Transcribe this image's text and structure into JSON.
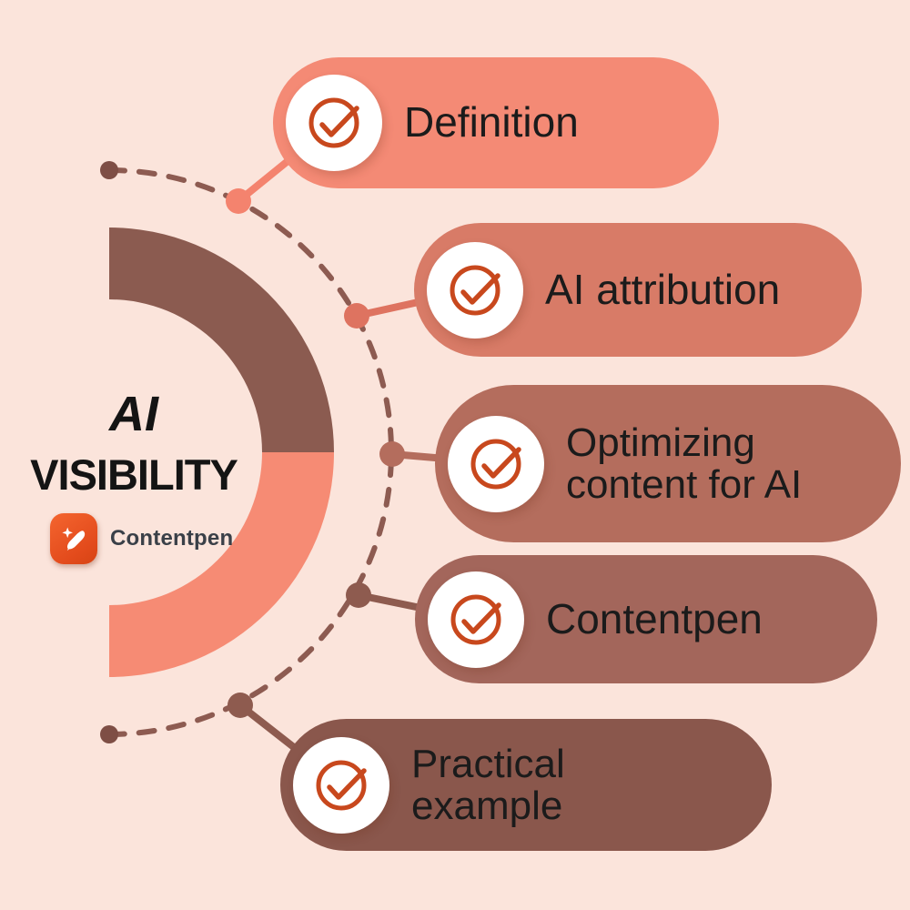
{
  "theme": {
    "background": "#FBE4DB",
    "check_ring_color": "#C8481D",
    "text_color": "#1B1B1B",
    "dashed_arc_color": "#8D5B51",
    "arc_endpoint_color": "#7E4E45",
    "arc_top_color": "#8B5B50",
    "arc_bottom_color": "#F68B74"
  },
  "center": {
    "title_line1": "AI",
    "title_line2": "VISIBILITY",
    "brand_name": "Contentpen"
  },
  "items": [
    {
      "label": "Definition",
      "lines": [
        "Definition"
      ],
      "color": "#F48A75",
      "node_color": "#F4836E"
    },
    {
      "label": "AI attribution",
      "lines": [
        "AI attribution"
      ],
      "color": "#D87B67",
      "node_color": "#DE7360"
    },
    {
      "label": "Optimizing content for AI",
      "lines": [
        "Optimizing",
        "content for AI"
      ],
      "color": "#B46D5D",
      "node_color": "#B46D5D"
    },
    {
      "label": "Contentpen",
      "lines": [
        "Contentpen"
      ],
      "color": "#A3665B",
      "node_color": "#8E5B4F"
    },
    {
      "label": "Practical example",
      "lines": [
        "Practical",
        "example"
      ],
      "color": "#8A574C",
      "node_color": "#8E5B4F"
    }
  ]
}
